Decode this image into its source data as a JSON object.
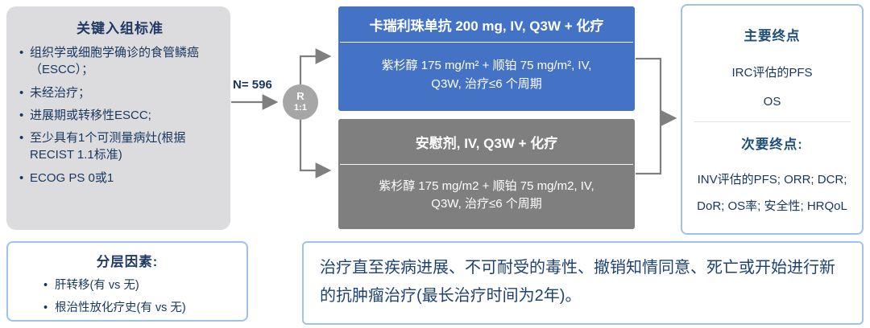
{
  "inclusion": {
    "title": "关键入组标准",
    "items": [
      "组织学或细胞学确诊的食管鳞癌（ESCC）；",
      "未经治疗；",
      "进展期或转移性ESCC;",
      "至少具有1个可测量病灶(根据RECIST 1.1标准)",
      "ECOG PS 0或1"
    ]
  },
  "randomization": {
    "n_label": "N= 596",
    "r_label": "R",
    "ratio_label": "1:1"
  },
  "arms": {
    "top": {
      "title": "卡瑞利珠单抗 200 mg, IV, Q3W + 化疗",
      "detail": "紫杉醇 175 mg/m² + 顺铂 75 mg/m², IV, Q3W, 治疗≤6 个周期",
      "color": "#4472c4"
    },
    "bottom": {
      "title": "安慰剂, IV, Q3W + 化疗",
      "detail": "紫杉醇 175 mg/m2 + 顺铂 75 mg/m2, IV, Q3W, 治疗≤6 个周期",
      "color": "#7f7f7f"
    }
  },
  "endpoints": {
    "primary_title": "主要终点",
    "primary_items": [
      "IRC评估的PFS",
      "OS"
    ],
    "secondary_title": "次要终点:",
    "secondary_lines": [
      "INV评估的PFS; ORR; DCR;",
      "DoR; OS率; 安全性; HRQoL"
    ]
  },
  "stratification": {
    "title": "分层因素:",
    "items": [
      "肝转移(有 vs 无)",
      "根治性放化疗史(有 vs 无)"
    ]
  },
  "note": {
    "text": "治疗直至疾病进展、不可耐受的毒性、撤销知情同意、死亡或开始进行新的抗肿瘤治疗(最长治疗时间为2年)。"
  },
  "colors": {
    "accent_navy": "#1f3864",
    "arm_blue": "#4472c4",
    "arm_gray": "#7f7f7f",
    "panel_gray": "#dcdcde",
    "border_blue": "#9dc3e6",
    "arrow_gray": "#7f7f7f",
    "randomization_circle": "#a6a6a6"
  }
}
